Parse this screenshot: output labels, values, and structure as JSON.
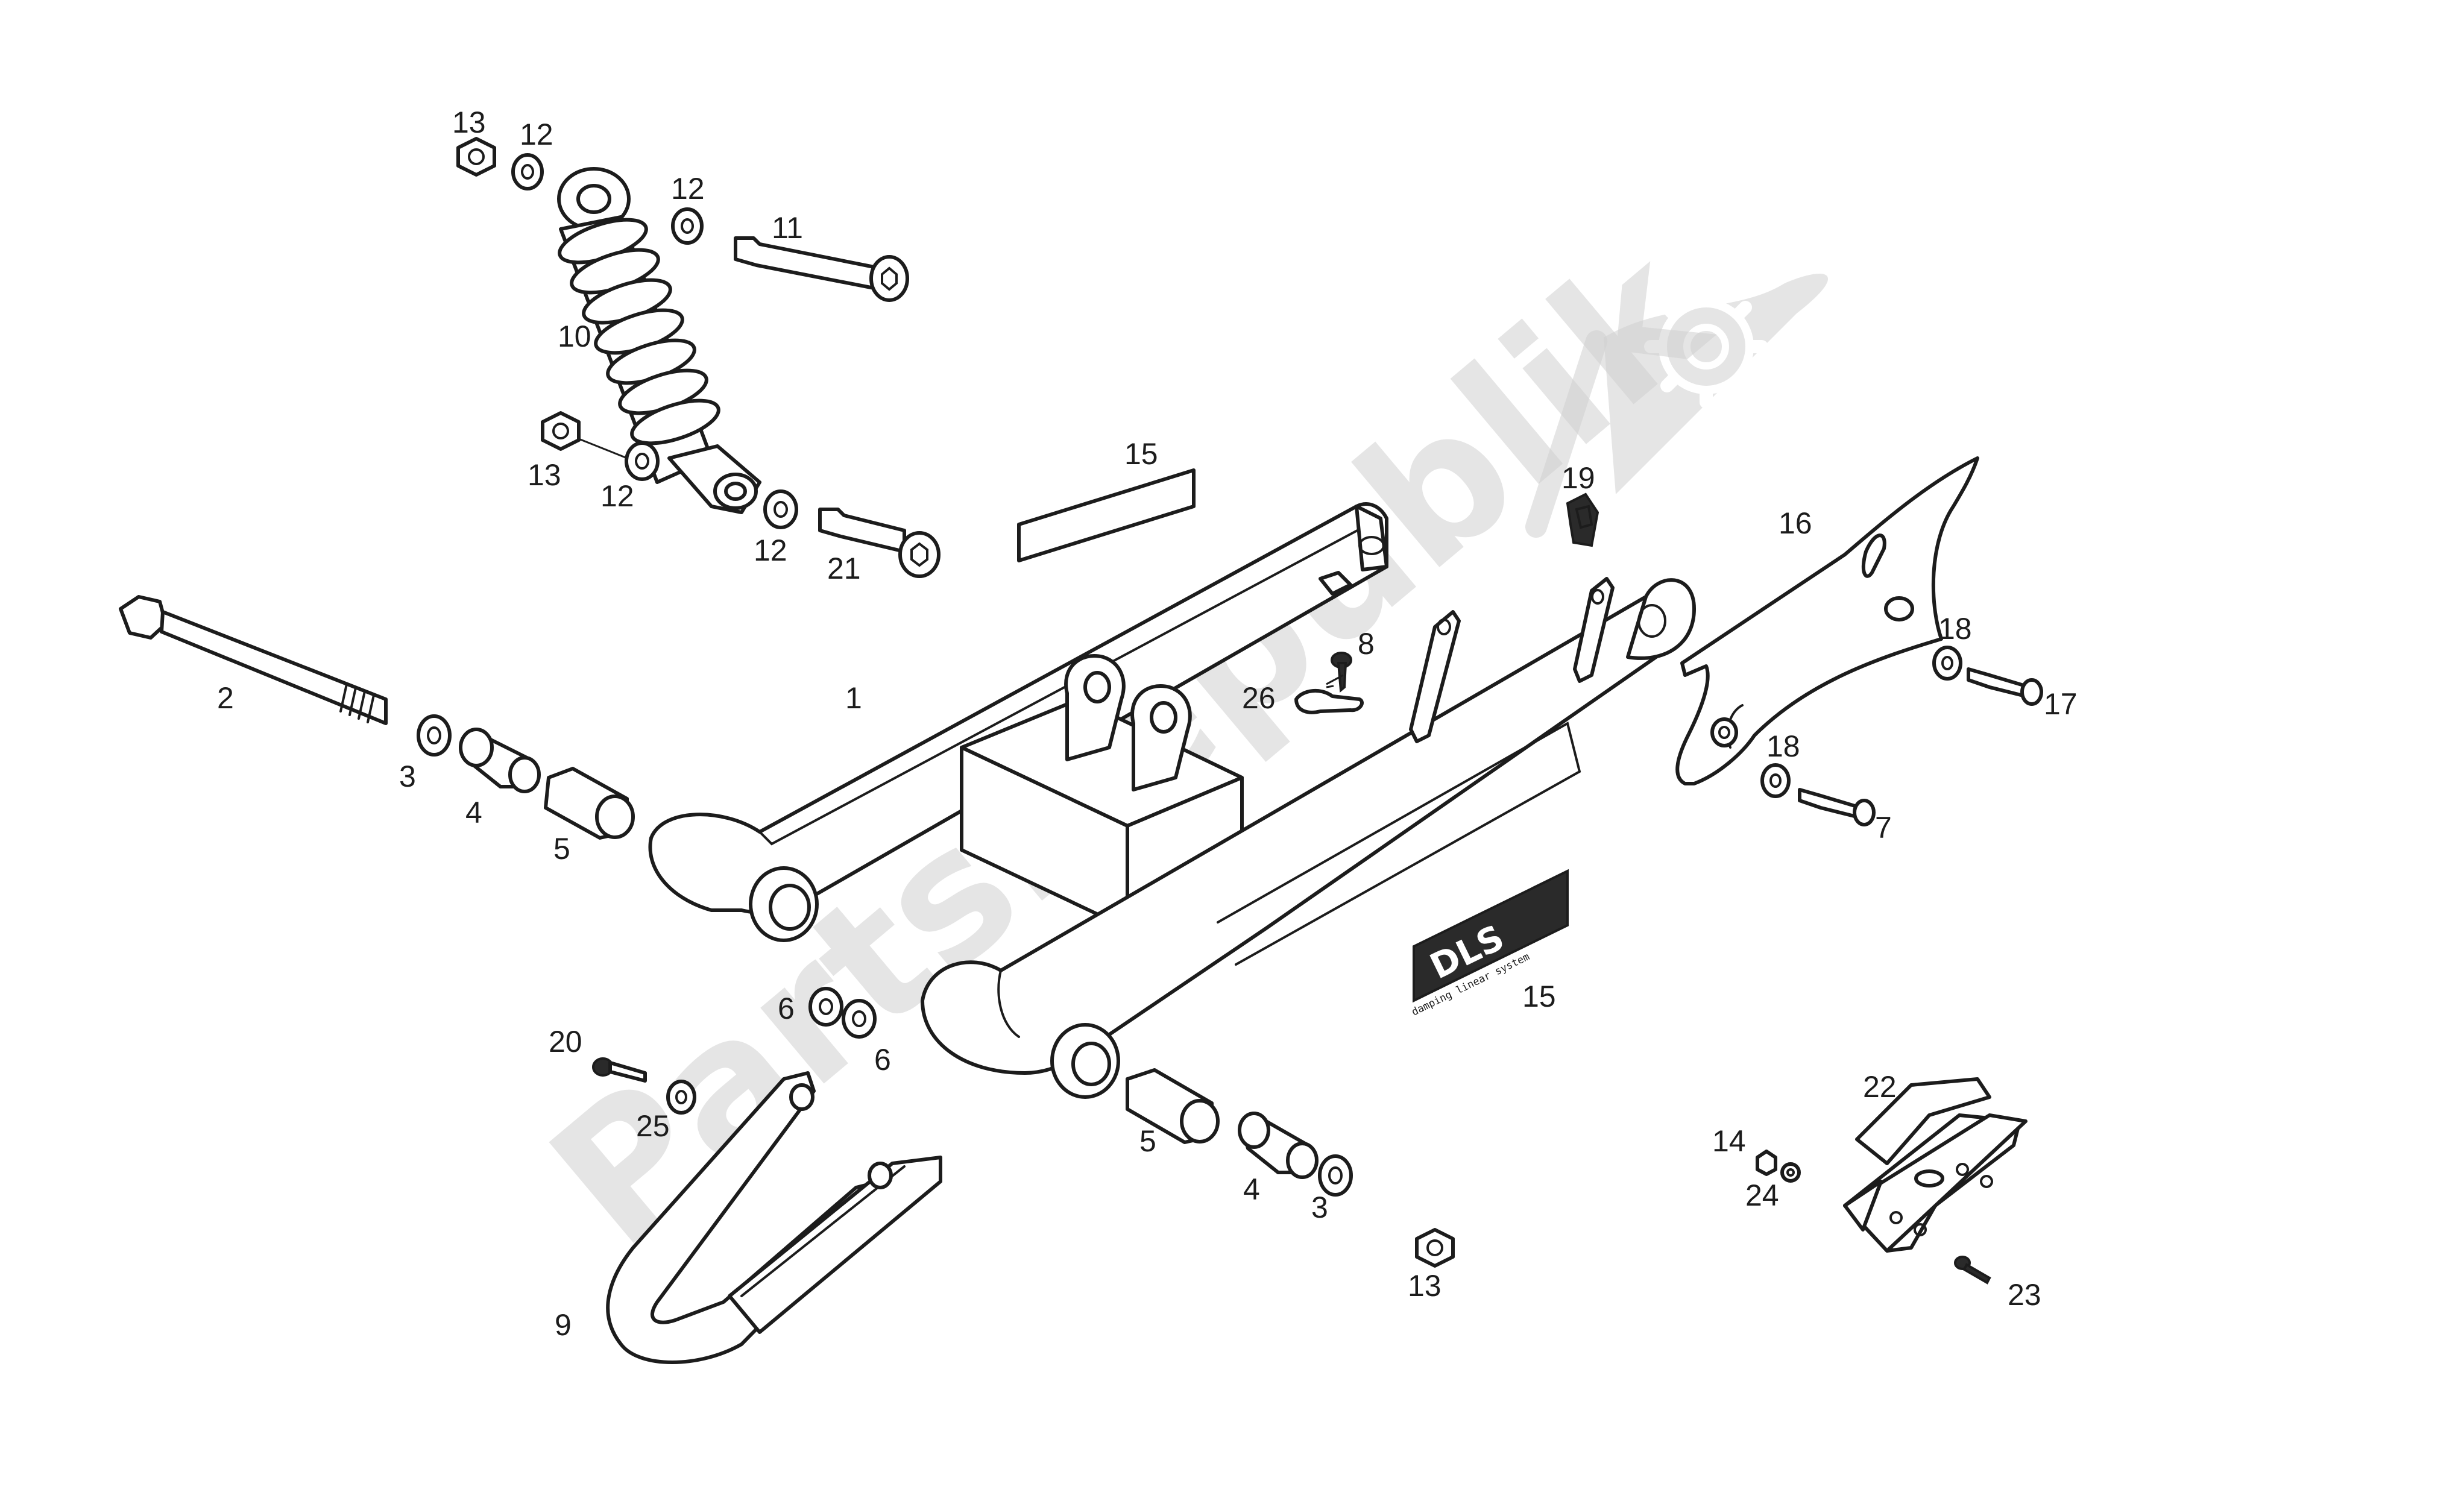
{
  "watermark": {
    "text": "PartsRepublik",
    "icon": "gear-icon"
  },
  "decal": {
    "main": "DLS",
    "sub": "damping linear system"
  },
  "callouts": {
    "c1": "1",
    "c2": "2",
    "c3a": "3",
    "c3b": "3",
    "c4a": "4",
    "c4b": "4",
    "c5a": "5",
    "c5b": "5",
    "c6a": "6",
    "c6b": "6",
    "c7": "7",
    "c8": "8",
    "c9": "9",
    "c10": "10",
    "c11": "11",
    "c12a": "12",
    "c12b": "12",
    "c12c": "12",
    "c12d": "12",
    "c13a": "13",
    "c13b": "13",
    "c13c": "13",
    "c14": "14",
    "c15a": "15",
    "c15b": "15",
    "c16": "16",
    "c17": "17",
    "c18a": "18",
    "c18b": "18",
    "c19": "19",
    "c20": "20",
    "c21": "21",
    "c22": "22",
    "c23": "23",
    "c24": "24",
    "c25": "25",
    "c26": "26"
  }
}
